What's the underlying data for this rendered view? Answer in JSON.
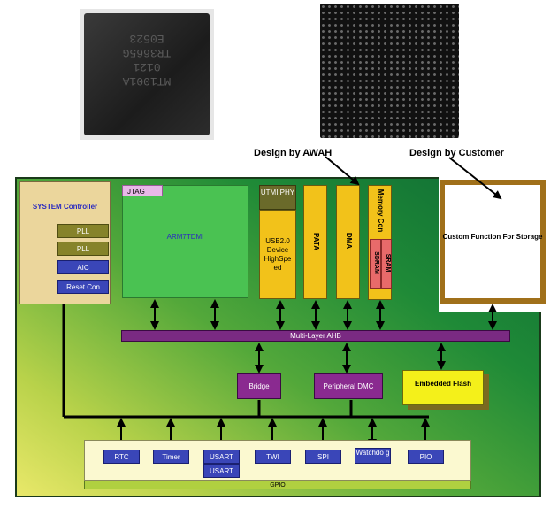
{
  "photos": {
    "chip_marking": [
      "MT1001A",
      "0121",
      "TR3665G",
      "E0523"
    ]
  },
  "annotations": {
    "design_awah": "Design by AWAH",
    "design_customer": "Design by Customer"
  },
  "system": {
    "title": "SYSTEM Controller",
    "items": [
      "PLL",
      "PLL",
      "AIC",
      "Reset Con"
    ]
  },
  "core": {
    "jtag": "JTAG",
    "arm": "ARM7TDMI"
  },
  "usb": {
    "utmi": "UTMI PHY",
    "device": "USB2.0 Device HighSpe ed"
  },
  "pata": "PATA",
  "dma": "DMA",
  "memory": {
    "controller": "Memory Con",
    "sram": "SRAM",
    "sdram": "SDRAM"
  },
  "custom": {
    "label": "Custom Function For Storage"
  },
  "bus": {
    "label": "Multi-Layer AHB"
  },
  "bridge": "Bridge",
  "peripheral_dmc": "Peripheral DMC",
  "flash": "Embedded Flash",
  "peripherals": {
    "rtc": "RTC",
    "timer": "Timer",
    "usart1": "USART",
    "usart2": "USART",
    "twi": "TWI",
    "spi": "SPI",
    "watchdog": "Watchdo g",
    "pio": "PIO"
  },
  "gpio": "GPIO",
  "colors": {
    "board_green": "#1f8a37",
    "bus_purple": "#7a2a82",
    "block_yellow": "#f2c21a",
    "button_blue": "#3a46b8",
    "custom_frame": "#a0701a"
  }
}
